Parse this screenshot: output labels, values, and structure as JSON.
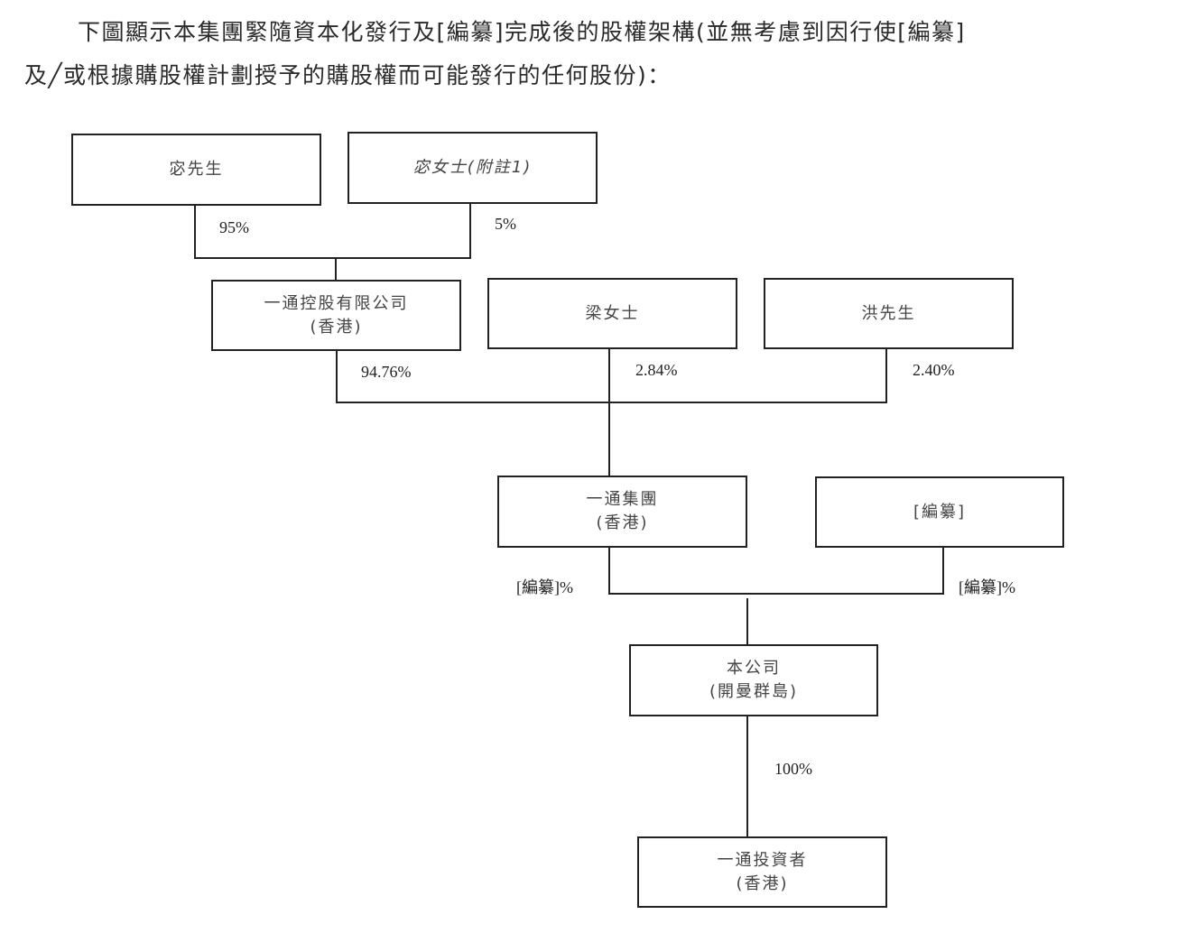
{
  "intro": {
    "line1": "下圖顯示本集團緊隨資本化發行及[編纂]完成後的股權架構(並無考慮到因行使[編纂]",
    "line2": "及╱或根據購股權計劃授予的購股權而可能發行的任何股份)："
  },
  "entities": {
    "mr_mi": {
      "name": "宓先生"
    },
    "ms_mi": {
      "name": "宓女士(附註1)"
    },
    "holdings": {
      "name": "一通控股有限公司",
      "place": "(香港)"
    },
    "ms_liang": {
      "name": "梁女士"
    },
    "mr_hong": {
      "name": "洪先生"
    },
    "group": {
      "name": "一通集團",
      "place": "(香港)"
    },
    "redacted": {
      "name": "[編纂]"
    },
    "company": {
      "name": "本公司",
      "place": "(開曼群島)"
    },
    "investor": {
      "name": "一通投資者",
      "place": "(香港)"
    }
  },
  "shares": {
    "mr_mi_to_holdings": "95%",
    "ms_mi_to_holdings": "5%",
    "holdings_to_group": "94.76%",
    "liang_to_group": "2.84%",
    "hong_to_group": "2.40%",
    "group_to_company": "[編纂]%",
    "redacted_to_company": "[編纂]%",
    "company_to_investor": "100%"
  }
}
